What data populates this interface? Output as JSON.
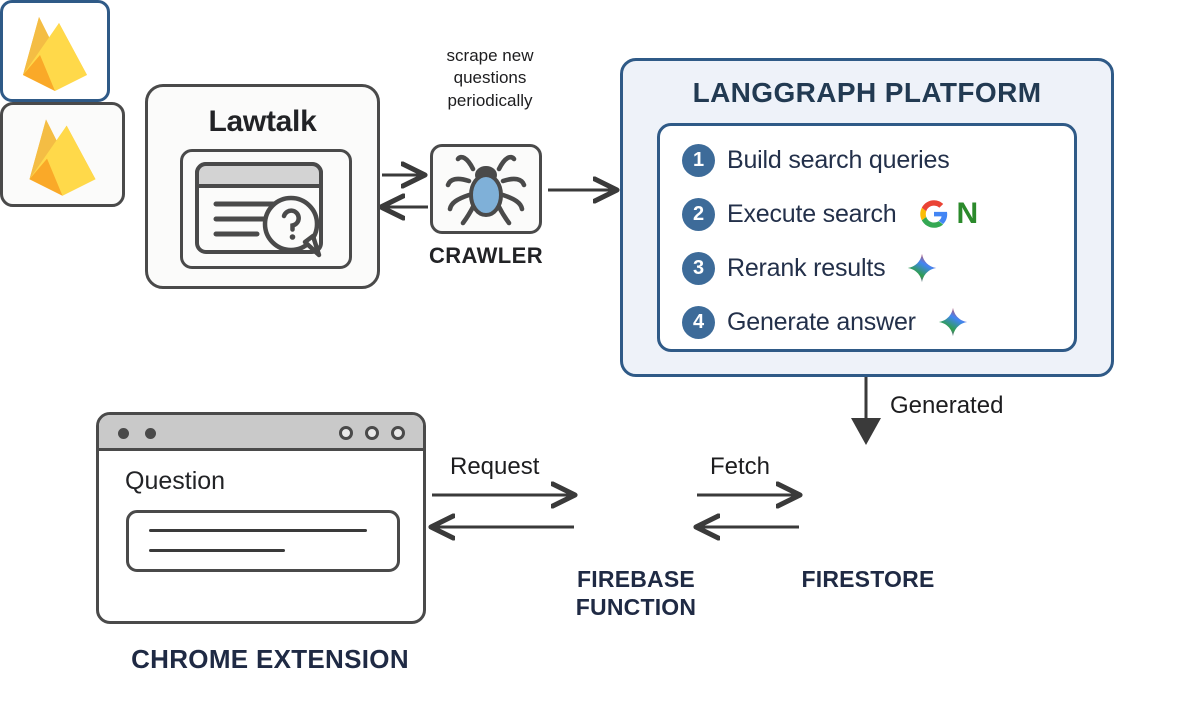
{
  "diagram": {
    "title": "Lawtalk AI answering pipeline architecture",
    "background": "#ffffff",
    "colors": {
      "accent_blue": "#2f5a87",
      "step_circle": "#3d6b99",
      "panel_fill": "#eef2f9",
      "outline_gray": "#4a4a4a",
      "label_navy": "#1f2a44",
      "firebase_yellow": "#ffc24a",
      "firebase_amber": "#f4bd44",
      "google_blue": "#4285f4",
      "google_red": "#ea4335",
      "google_yellow": "#fbbc05",
      "google_green": "#34a853",
      "news_green": "#2b8a2b",
      "spider_body": "#7fb0d8"
    }
  },
  "lawtalk": {
    "title": "Lawtalk",
    "icon": "document-question-icon"
  },
  "crawler": {
    "label": "CRAWLER",
    "icon": "spider-icon",
    "note": "scrape new\nquestions\nperiodically",
    "note_lines": [
      "scrape new",
      "questions",
      "periodically"
    ]
  },
  "langgraph": {
    "title": "LANGGRAPH PLATFORM",
    "steps": [
      {
        "number": "1",
        "label": "Build search queries",
        "logos": []
      },
      {
        "number": "2",
        "label": "Execute search",
        "logos": [
          "google-g-icon",
          "google-news-n-icon"
        ]
      },
      {
        "number": "3",
        "label": "Rerank results",
        "logos": [
          "gemini-sparkle-icon"
        ]
      },
      {
        "number": "4",
        "label": "Generate answer",
        "logos": [
          "gemini-sparkle-icon"
        ]
      }
    ]
  },
  "chrome_extension": {
    "label": "CHROME EXTENSION",
    "window": {
      "question_label": "Question",
      "left_dots": 2,
      "right_dots": 3
    }
  },
  "firebase_function": {
    "label_lines": [
      "FIREBASE",
      "FUNCTION"
    ],
    "icon": "firebase-flame-icon"
  },
  "firestore": {
    "label": "FIRESTORE",
    "icon": "firebase-flame-icon"
  },
  "edges": [
    {
      "id": "lawtalk-crawler",
      "label": "",
      "direction": "bidirectional"
    },
    {
      "id": "crawler-langgraph",
      "label": "",
      "direction": "right"
    },
    {
      "id": "langgraph-firestore",
      "label": "Generated",
      "direction": "down"
    },
    {
      "id": "extension-function",
      "label": "Request",
      "direction": "bidirectional"
    },
    {
      "id": "function-firestore",
      "label": "Fetch",
      "direction": "bidirectional"
    }
  ],
  "edge_labels": {
    "request": "Request",
    "fetch": "Fetch",
    "generated": "Generated"
  }
}
